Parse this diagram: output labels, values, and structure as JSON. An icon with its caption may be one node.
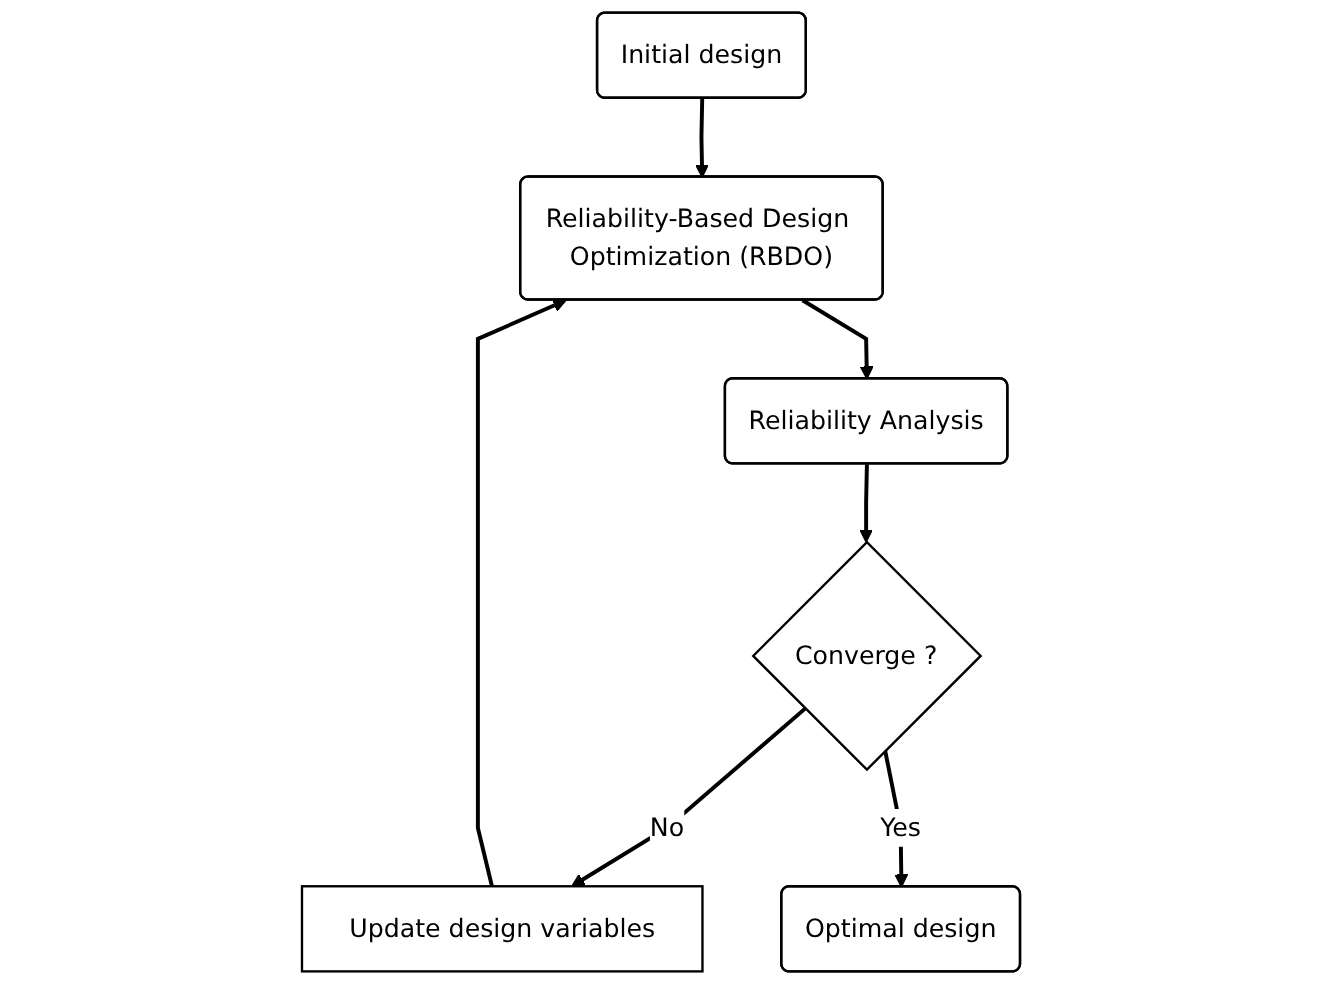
{
  "diagram": {
    "nodes": [
      {
        "text": [
          "Initial design"
        ]
      },
      {
        "text": [
          "Reliability-Based Design Optimization (RBDO)"
        ]
      },
      {
        "text": [
          "Reliability Analysis"
        ]
      },
      {
        "text": [
          "Converge ?"
        ]
      },
      {
        "text": [
          "Update design variables"
        ]
      },
      {
        "text": [
          "Optimal design"
        ]
      }
    ],
    "edges": [
      {
        "from": 0,
        "to": 1,
        "arrow": "to"
      },
      {
        "from": 1,
        "to": 2,
        "arrow": "to"
      },
      {
        "from": 2,
        "to": 3,
        "arrow": "to"
      },
      {
        "from": 3,
        "to": 4,
        "arrow": "to",
        "label": "No"
      },
      {
        "from": 4,
        "to": 1,
        "arrow": "to"
      },
      {
        "from": 3,
        "to": 5,
        "arrow": "to",
        "label": "Yes"
      }
    ]
  }
}
